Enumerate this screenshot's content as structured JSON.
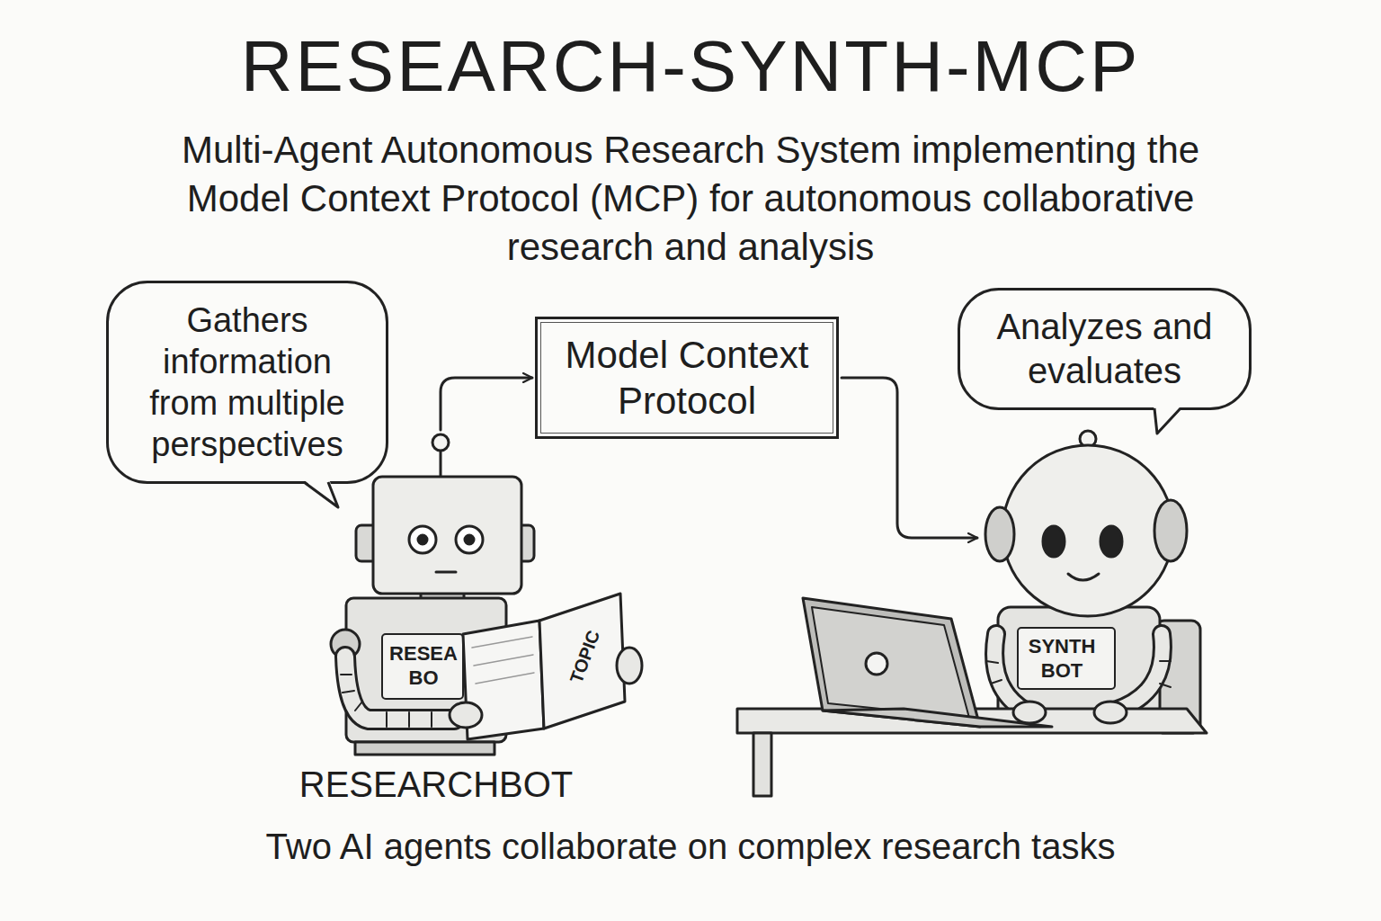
{
  "diagram": {
    "title": "RESEARCH-SYNTH-MCP",
    "caption": "Two AI agents collaborate on complex research tasks",
    "nodes": [
      {
        "text": [
          "Gathers information from multiple perspectives"
        ]
      },
      {
        "text": [
          "Model Context Protocol"
        ]
      },
      {
        "text": [
          "Analyzes and evaluates"
        ]
      },
      {
        "text": [
          "RESEA BO",
          "RESEARCHBOT"
        ]
      },
      {
        "text": [
          "SYNTH BOT"
        ]
      }
    ],
    "edges": [
      {
        "from": 3,
        "to": 1,
        "arrow": "to"
      },
      {
        "from": 1,
        "to": 4,
        "arrow": "to"
      }
    ],
    "labels": [
      "Multi-Agent Autonomous Research System implementing the Model Context Protocol (MCP) for autonomous collaborative research and analysis",
      "TOPIC"
    ]
  }
}
